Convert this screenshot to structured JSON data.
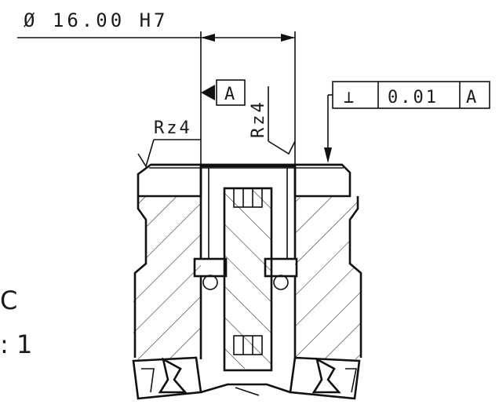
{
  "diameter_dimension": "Ø 16.00 H7",
  "datum_label": "A",
  "roughness_left": "Rz4",
  "roughness_bore": "Rz4",
  "tolerance_frame": {
    "symbol": "⊥",
    "value": "0.01",
    "datum": "A"
  },
  "side_text": {
    "line1": "C",
    "line2": ": 1"
  }
}
